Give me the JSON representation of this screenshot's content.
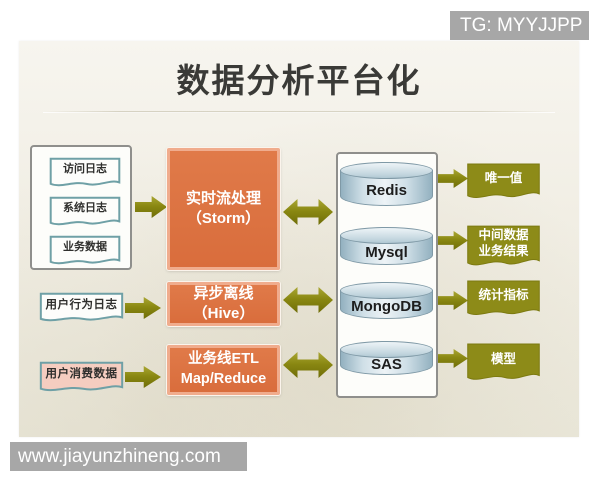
{
  "watermarks": {
    "top_right": "TG: MYYJJPP",
    "bottom_left": "www.jiayunzhineng.com"
  },
  "slide": {
    "title": "数据分析平台化"
  },
  "sources": {
    "group_docs": [
      {
        "label": "访问日志"
      },
      {
        "label": "系统日志"
      },
      {
        "label": "业务数据"
      }
    ],
    "behavior_doc": {
      "label": "用户行为日志"
    },
    "consume_doc": {
      "label": "用户消费数据"
    }
  },
  "processors": [
    {
      "line1": "实时流处理",
      "line2": "（Storm）"
    },
    {
      "line1": "异步离线",
      "line2": "（Hive）"
    },
    {
      "line1": "业务线ETL",
      "line2": "Map/Reduce"
    }
  ],
  "databases": [
    {
      "label": "Redis"
    },
    {
      "label": "Mysql"
    },
    {
      "label": "MongoDB"
    },
    {
      "label": "SAS"
    }
  ],
  "outputs": [
    {
      "line1": "唯一值",
      "line2": ""
    },
    {
      "line1": "中间数据",
      "line2": "业务结果"
    },
    {
      "line1": "统计指标",
      "line2": ""
    },
    {
      "line1": "模型",
      "line2": ""
    }
  ],
  "colors": {
    "accent_orange": "#db6f3f",
    "accent_olive": "#8c8a16",
    "cylinder_blue": "#cfdfe7",
    "teal_border": "#6fa0a6",
    "slide_bg": "#f1eee4",
    "watermark_grey": "#a0a0a0"
  }
}
